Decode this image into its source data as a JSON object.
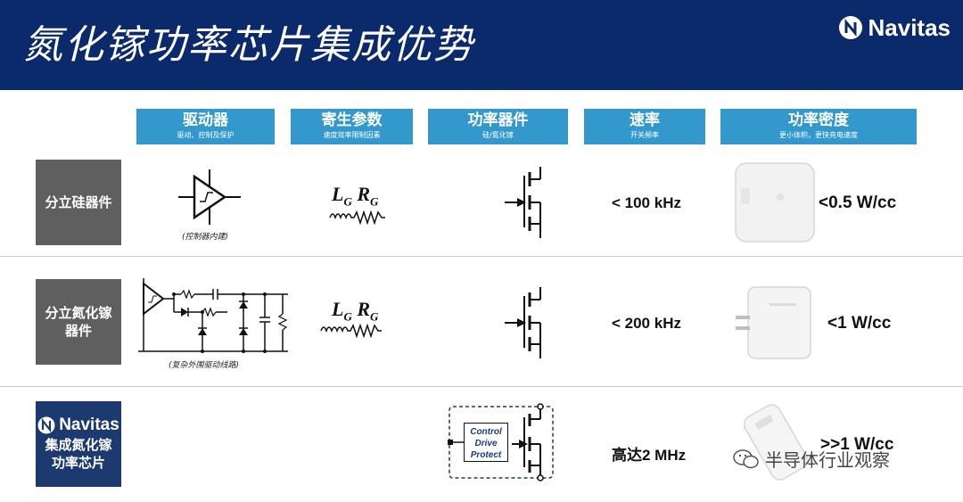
{
  "header": {
    "title": "氮化镓功率芯片集成优势",
    "brand": "Navitas"
  },
  "columns": [
    {
      "title": "驱动器",
      "sub": "驱动、控制及保护"
    },
    {
      "title": "寄生参数",
      "sub": "速度效率限制因素"
    },
    {
      "title": "功率器件",
      "sub": "硅/氮化镓"
    },
    {
      "title": "速率",
      "sub": "开关频率"
    },
    {
      "title": "功率密度",
      "sub": "更小体积，更快充电速度"
    }
  ],
  "rows": [
    {
      "label": "分立硅器件",
      "driver_note": "(控制器内建)",
      "parasitic": {
        "l": "L",
        "l_sub": "G",
        "r": "R",
        "r_sub": "G"
      },
      "speed": "< 100 kHz",
      "density": "<0.5 W/cc"
    },
    {
      "label": "分立氮化镓器件",
      "driver_note": "(复杂外围驱动线路)",
      "parasitic": {
        "l": "L",
        "l_sub": "G",
        "r": "R",
        "r_sub": "G"
      },
      "speed": "< 200 kHz",
      "density": "<1 W/cc"
    },
    {
      "label_brand": "Navitas",
      "label": "集成氮化镓功率芯片",
      "control_lines": [
        "Control",
        "Drive",
        "Protect"
      ],
      "speed": "高达2 MHz",
      "density": ">>1 W/cc"
    }
  ],
  "watermark": "半导体行业观察",
  "colors": {
    "topbar": "#0b2a6b",
    "header_cell": "#3399cc",
    "row_label": "#5f5f5f",
    "navitas_label": "#1c3a6f"
  }
}
